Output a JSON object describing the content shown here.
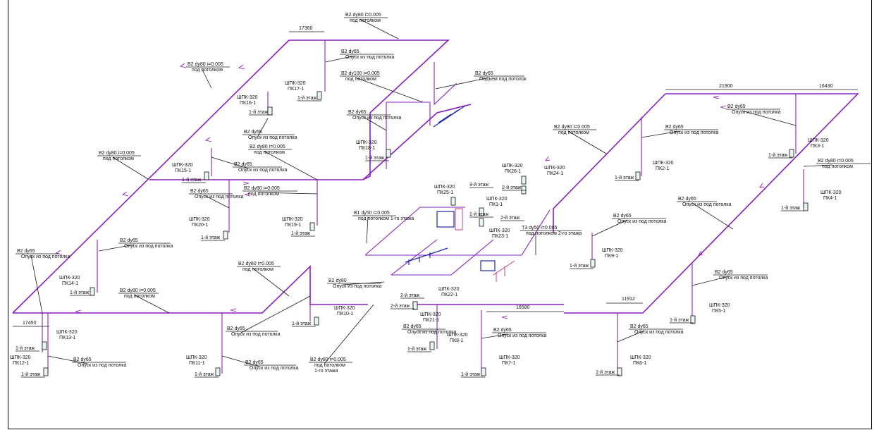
{
  "diagram": {
    "labels": [
      {
        "t": [
          "В2 dy80 i=0.005",
          "под потолком"
        ]
      },
      {
        "t": [
          "В2 dy65",
          "Опуск из под потолка"
        ]
      },
      {
        "t": [
          "В2 dy100 i=0.005",
          "под потолком"
        ]
      },
      {
        "t": [
          "В2 dy65",
          "Подъем под потолок"
        ]
      },
      {
        "t": [
          "В2 dy80 i=0.005",
          "под потолком"
        ]
      },
      {
        "t": [
          "В2 dy65",
          "Опуск из под потолка"
        ]
      },
      {
        "t": [
          "В2 dy80 i=0.005",
          "под потолком"
        ]
      },
      {
        "t": [
          "В2 dy65",
          "Опуск из под потолка"
        ]
      },
      {
        "t": [
          "В2 dy65",
          "Опуск из под потолка"
        ]
      },
      {
        "t": [
          "В2 dy80 i=0.005",
          "под потолком"
        ]
      },
      {
        "t": [
          "В2 dy80 i=0.005",
          "под потолком"
        ]
      },
      {
        "t": [
          "В2 dy65",
          "Опуск из под потолка"
        ]
      },
      {
        "t": [
          "В2 dy65",
          "Опуск из под потолка"
        ]
      },
      {
        "t": [
          "В2 dy65",
          "Опуск из под потолка"
        ]
      },
      {
        "t": [
          "В2 dy80 i=0.005",
          "под потолком"
        ]
      },
      {
        "t": [
          "В2 dy80 i=0.005",
          "под потолком"
        ]
      },
      {
        "t": [
          "В2 dy65",
          "Опуск из под потолка"
        ]
      },
      {
        "t": [
          "В2 dy65",
          "Опуск из под потолка"
        ]
      },
      {
        "t": [
          "В2 dy80 i=0.005",
          "под потолком"
        ]
      },
      {
        "t": [
          "В2 dy65",
          "Опуск из под потолка"
        ]
      },
      {
        "t": [
          "В2 dy65",
          "Опуск из под потолка"
        ]
      },
      {
        "t": [
          "В2 dy80 i=0.005",
          "под потолком"
        ]
      },
      {
        "t": [
          "В2 dy65",
          "Опуск из под потолка"
        ]
      },
      {
        "t": [
          "В2 dy65",
          "Опуск из под потолка"
        ]
      },
      {
        "t": [
          "В2 dy65",
          "Опуск из под потолка"
        ]
      },
      {
        "t": [
          "В2 dy65",
          "Опуск из под потолка"
        ]
      },
      {
        "t": [
          "В2 dy65",
          "Опуск из под потолка"
        ]
      },
      {
        "t": [
          "В2 dy80 i=0.005",
          "под потолком",
          "1-го этажа"
        ]
      },
      {
        "t": [
          "В2 dy65",
          "Опуск из под потолка"
        ]
      },
      {
        "t": [
          "В1 dy50 i=0.005",
          "под потолком 1-го этажа"
        ]
      },
      {
        "t": [
          "В2 dy80",
          "Опуск из под потолка"
        ]
      },
      {
        "t": [
          "Т3 dy50 i=0.005",
          "под потолком 2-го этажа"
        ]
      },
      {
        "t": [
          "В2 dy65",
          "Опуск из под потолка"
        ]
      }
    ],
    "hydrants": [
      {
        "t": [
          "ШПК-320",
          "ПК17-1"
        ],
        "floor": "1-й этаж"
      },
      {
        "t": [
          "ШПК-320",
          "ПК16-1"
        ],
        "floor": "1-й этаж"
      },
      {
        "t": [
          "ШПК-320",
          "ПК18-1"
        ],
        "floor": "1-й этаж"
      },
      {
        "t": [
          "ШПК-320",
          "ПК15-1"
        ],
        "floor": "1-й этаж"
      },
      {
        "t": [
          "ШПК-320",
          "ПК20-1"
        ],
        "floor": "1-й этаж"
      },
      {
        "t": [
          "ШПК-320",
          "ПК19-1"
        ],
        "floor": "1-й этаж"
      },
      {
        "t": [
          "ШПК-320",
          "ПК14-1"
        ],
        "floor": "1-й этаж"
      },
      {
        "t": [
          "ШПК-320",
          "ПК13-1"
        ],
        "floor": "1-й этаж"
      },
      {
        "t": [
          "ШПК-320",
          "ПК12-1"
        ],
        "floor": "1-й этаж"
      },
      {
        "t": [
          "ШПК-320",
          "ПК11-1"
        ],
        "floor": "1-й этаж"
      },
      {
        "t": [
          "ШПК-320",
          "ПК10-1"
        ],
        "floor": "1-й этаж"
      },
      {
        "t": [
          "ШПК-320",
          "ПК26-1"
        ],
        "floor": "3-й этаж"
      },
      {
        "t": [
          "ШПК-320",
          "ПК24-1"
        ],
        "floor": "2-й этаж"
      },
      {
        "t": [
          "ШПК-320",
          "ПК25-1"
        ],
        "floor": ""
      },
      {
        "t": [
          "ШПК-320",
          "ПК1-1"
        ],
        "floor": "1-й этаж"
      },
      {
        "t": [
          "ШПК-320",
          "ПК23-1"
        ],
        "floor": "2-й этаж"
      },
      {
        "t": [
          "ШПК-320",
          "ПК22-1"
        ],
        "floor": "2-й этаж"
      },
      {
        "t": [
          "ШПК-320",
          "ПК21-1"
        ],
        "floor": "2-й этаж"
      },
      {
        "t": [
          "ШПК-320",
          "ПК8-1"
        ],
        "floor": "1-й этаж"
      },
      {
        "t": [
          "ШПК-320",
          "ПК7-1"
        ],
        "floor": "1-й этаж"
      },
      {
        "t": [
          "ШПК-320",
          "ПК9-1"
        ],
        "floor": "1-й этаж"
      },
      {
        "t": [
          "ШПК-320",
          "ПК6-1"
        ],
        "floor": "1-й этаж"
      },
      {
        "t": [
          "ШПК-320",
          "ПК5-1"
        ],
        "floor": "1-й этаж"
      },
      {
        "t": [
          "ШПК-320",
          "ПК2-1"
        ],
        "floor": "1-й этаж"
      },
      {
        "t": [
          "ШПК-320",
          "ПК3-1"
        ],
        "floor": "1-й этаж"
      },
      {
        "t": [
          "ШПК-320",
          "ПК4-1"
        ],
        "floor": "1-й этаж"
      }
    ],
    "dims": [
      "17360",
      "21900",
      "16430",
      "17450",
      "16580",
      "11912"
    ]
  }
}
